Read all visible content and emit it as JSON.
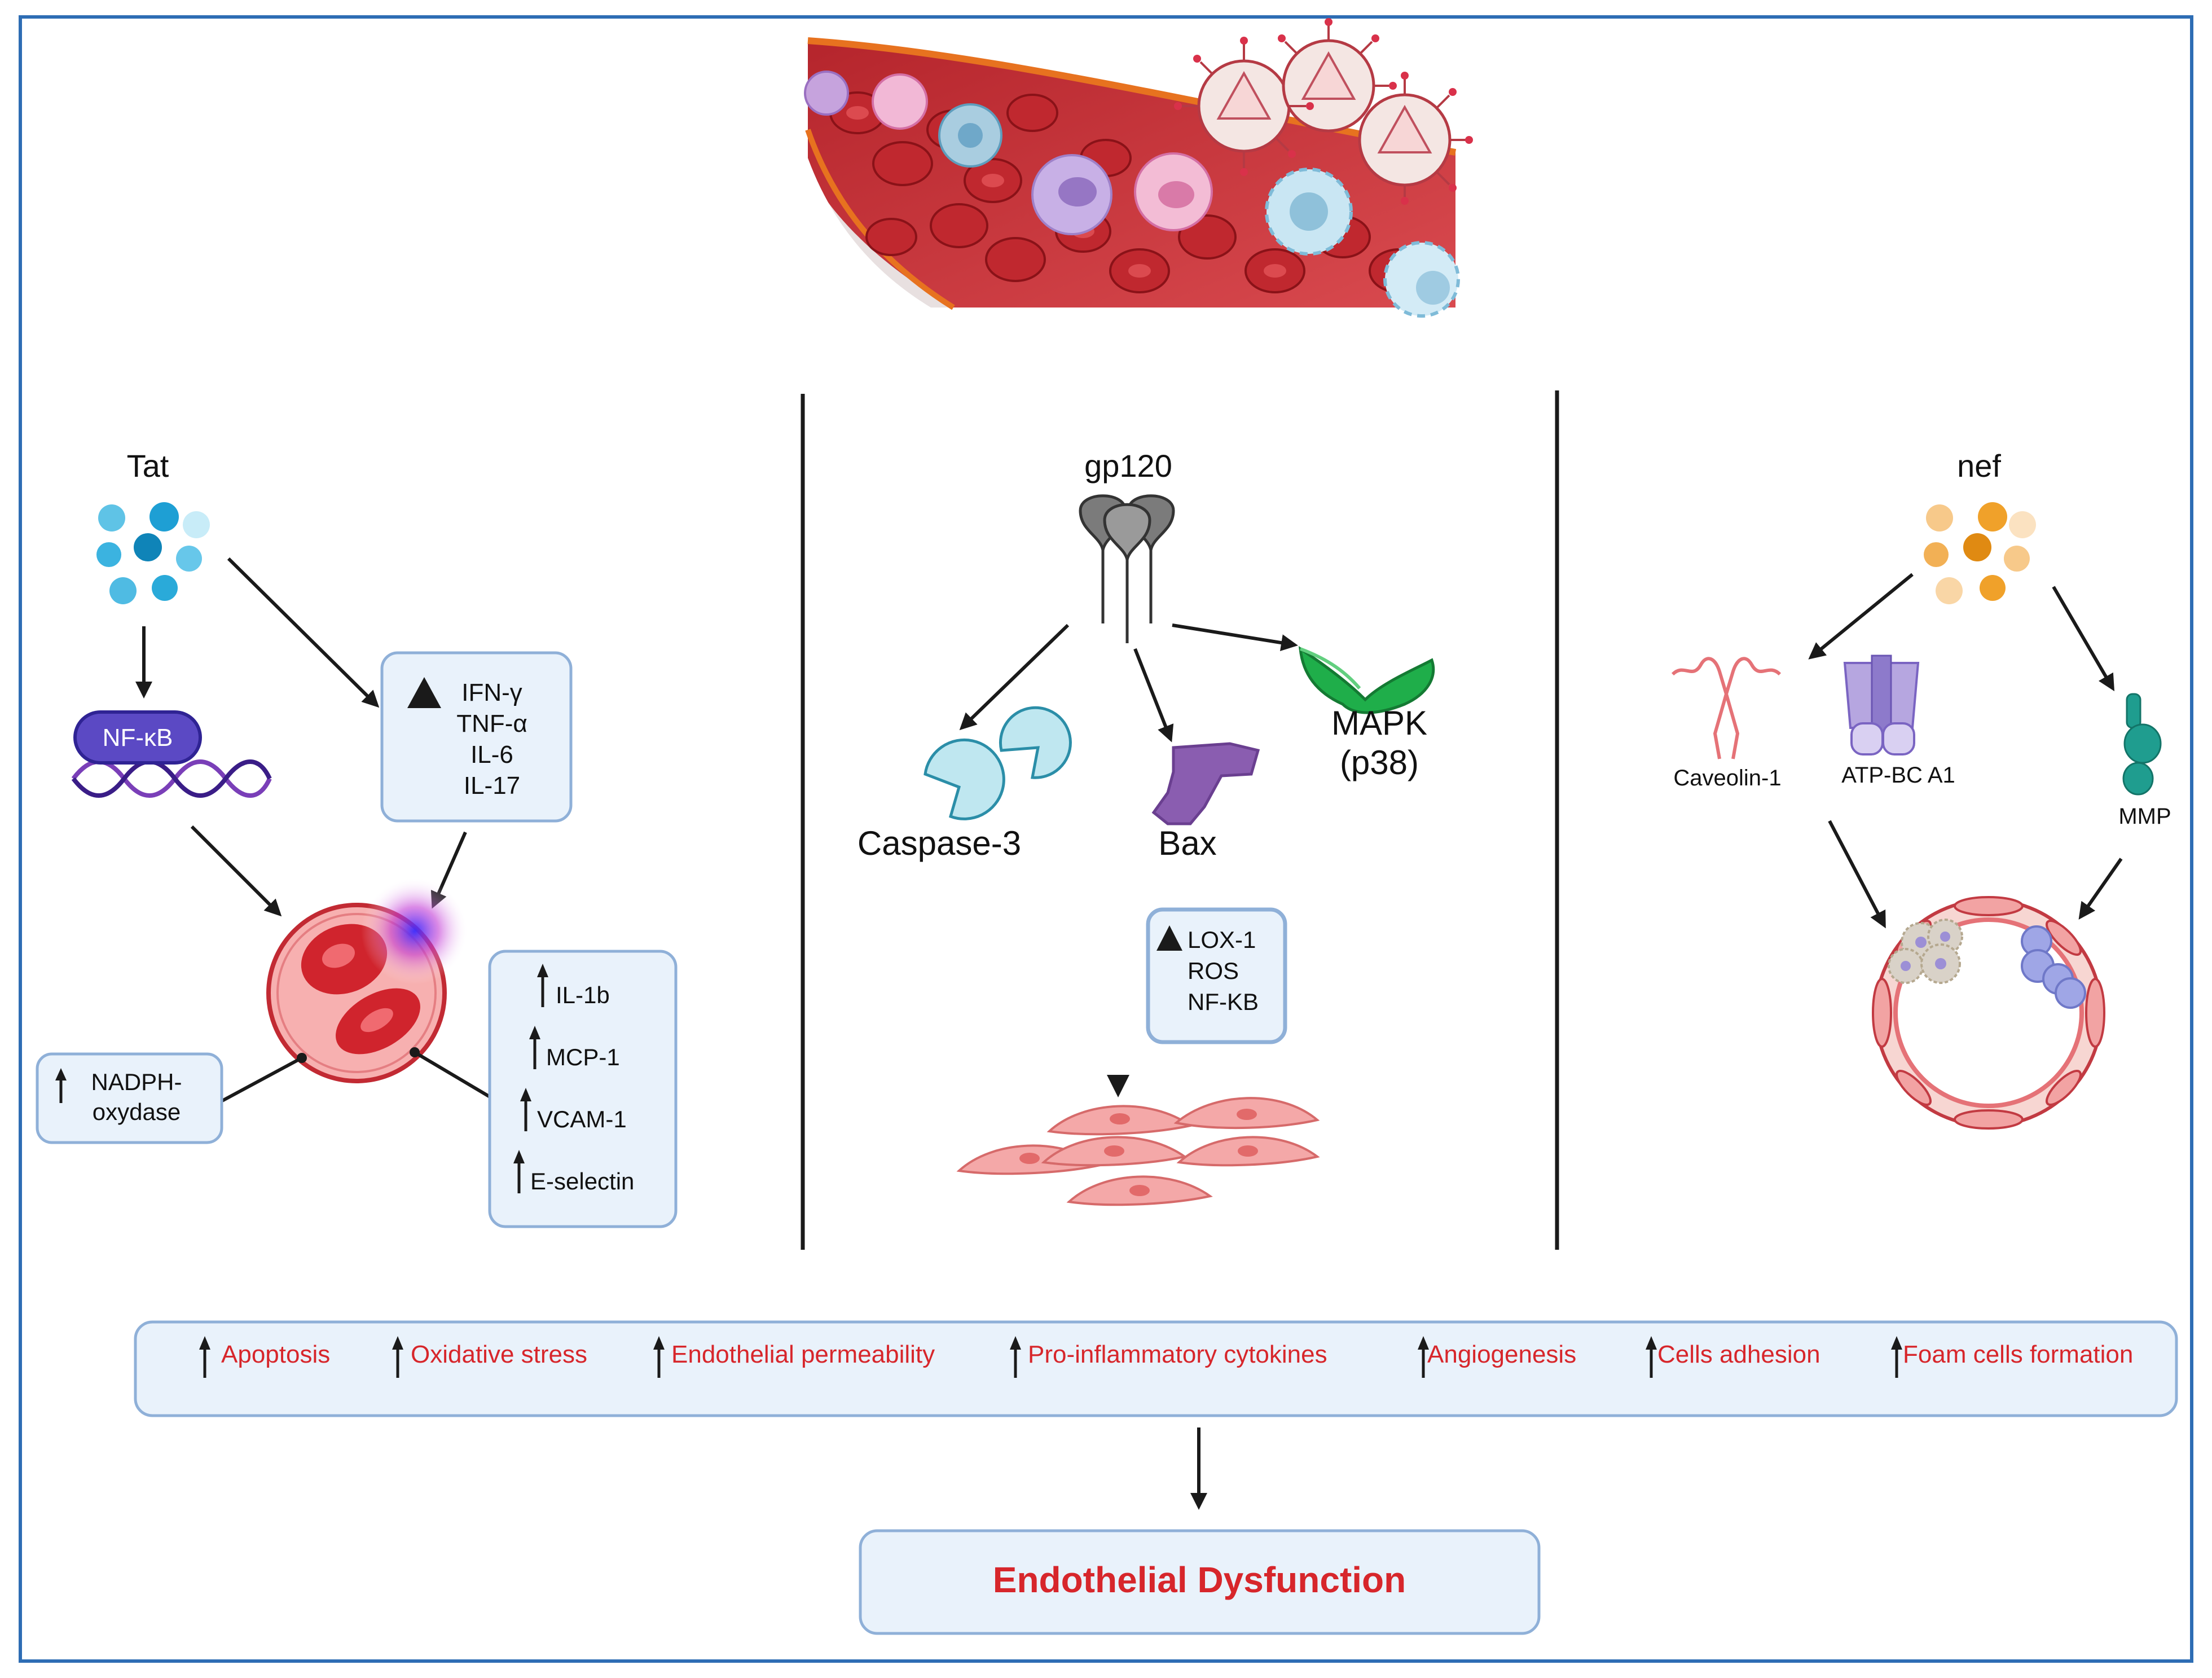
{
  "colors": {
    "frame": "#2e6db4",
    "box_fill": "#e9f2fb",
    "box_stroke": "#8fb0d8",
    "outcome_text": "#d7262b",
    "title_text": "#111111",
    "tat": "#29a9d6",
    "nef": "#f0a12a",
    "nfkb": "#5b49c4",
    "mapk": "#1fae4a",
    "bax": "#8a5db0",
    "caspase": "#bfe7f0",
    "cell_pink": "#f4a8a8"
  },
  "left": {
    "title": "Tat",
    "nfkb_label": "NF-κB",
    "cytokines": [
      "IFN-γ",
      "TNF-α",
      "IL-6",
      "IL-17"
    ],
    "nadph": [
      "NADPH-",
      "oxydase"
    ],
    "adhesion": [
      "IL-1b",
      "MCP-1",
      "VCAM-1",
      "E-selectin"
    ]
  },
  "middle": {
    "title": "gp120",
    "caspase": "Caspase-3",
    "bax": "Bax",
    "mapk": [
      "MAPK",
      "(p38)"
    ],
    "markers": [
      "LOX-1",
      "ROS",
      "NF-KB"
    ]
  },
  "right": {
    "title": "nef",
    "caveolin": "Caveolin-1",
    "atp": "ATP-BC A1",
    "mmp": "MMP"
  },
  "outcomes": [
    "Apoptosis",
    "Oxidative stress",
    "Endothelial permeability",
    "Pro-inflammatory cytokines",
    "Angiogenesis",
    "Cells adhesion",
    "Foam cells formation"
  ],
  "result": "Endothelial Dysfunction"
}
